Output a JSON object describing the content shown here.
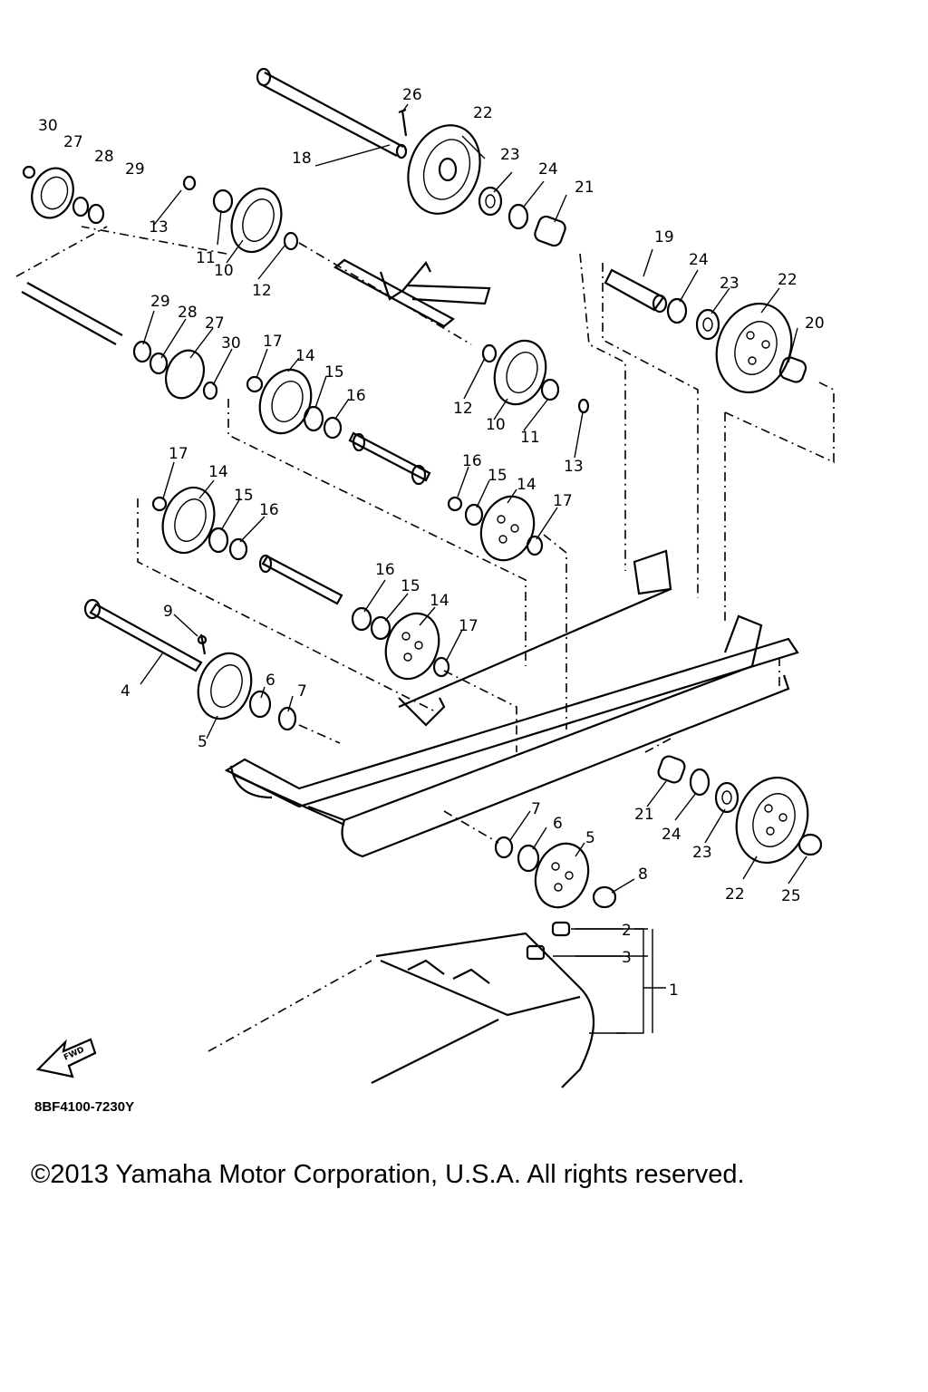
{
  "diagram": {
    "catalog_code": "8BF4100-7230Y",
    "copyright": "©2013 Yamaha Motor Corporation, U.S.A. All rights reserved.",
    "fwd_label": "FWD",
    "callouts": [
      {
        "label": "30"
      },
      {
        "label": "27"
      },
      {
        "label": "28"
      },
      {
        "label": "29"
      },
      {
        "label": "13"
      },
      {
        "label": "11"
      },
      {
        "label": "10"
      },
      {
        "label": "12"
      },
      {
        "label": "18"
      },
      {
        "label": "26"
      },
      {
        "label": "22"
      },
      {
        "label": "23"
      },
      {
        "label": "24"
      },
      {
        "label": "21"
      },
      {
        "label": "19"
      },
      {
        "label": "24"
      },
      {
        "label": "23"
      },
      {
        "label": "22"
      },
      {
        "label": "20"
      },
      {
        "label": "29"
      },
      {
        "label": "28"
      },
      {
        "label": "27"
      },
      {
        "label": "30"
      },
      {
        "label": "17"
      },
      {
        "label": "14"
      },
      {
        "label": "15"
      },
      {
        "label": "16"
      },
      {
        "label": "12"
      },
      {
        "label": "10"
      },
      {
        "label": "11"
      },
      {
        "label": "13"
      },
      {
        "label": "17"
      },
      {
        "label": "14"
      },
      {
        "label": "15"
      },
      {
        "label": "16"
      },
      {
        "label": "16"
      },
      {
        "label": "15"
      },
      {
        "label": "14"
      },
      {
        "label": "17"
      },
      {
        "label": "16"
      },
      {
        "label": "15"
      },
      {
        "label": "14"
      },
      {
        "label": "17"
      },
      {
        "label": "9"
      },
      {
        "label": "4"
      },
      {
        "label": "6"
      },
      {
        "label": "7"
      },
      {
        "label": "5"
      },
      {
        "label": "21"
      },
      {
        "label": "24"
      },
      {
        "label": "23"
      },
      {
        "label": "22"
      },
      {
        "label": "25"
      },
      {
        "label": "7"
      },
      {
        "label": "6"
      },
      {
        "label": "5"
      },
      {
        "label": "8"
      },
      {
        "label": "2"
      },
      {
        "label": "3"
      },
      {
        "label": "1"
      }
    ]
  }
}
